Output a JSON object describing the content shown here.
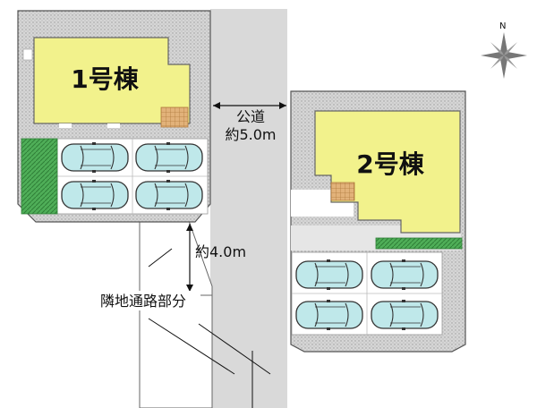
{
  "buildings": {
    "b1": {
      "label": "1号棟",
      "fill": "#f2f28c"
    },
    "b2": {
      "label": "2号棟",
      "fill": "#f2f28c"
    }
  },
  "road": {
    "label_top": "公道",
    "label_bottom": "約5.0m",
    "fill": "#d9d9d9"
  },
  "path": {
    "width_label": "約4.0m",
    "name_label": "隣地通路部分"
  },
  "compass": {
    "north_label": "N"
  },
  "colors": {
    "lot_paving": "#c8c8c8",
    "lot_outline": "#555555",
    "lawn": "#3f9a4a",
    "deck": "#d9a86a",
    "car_body": "#bfe8ea",
    "car_outline": "#333333"
  }
}
